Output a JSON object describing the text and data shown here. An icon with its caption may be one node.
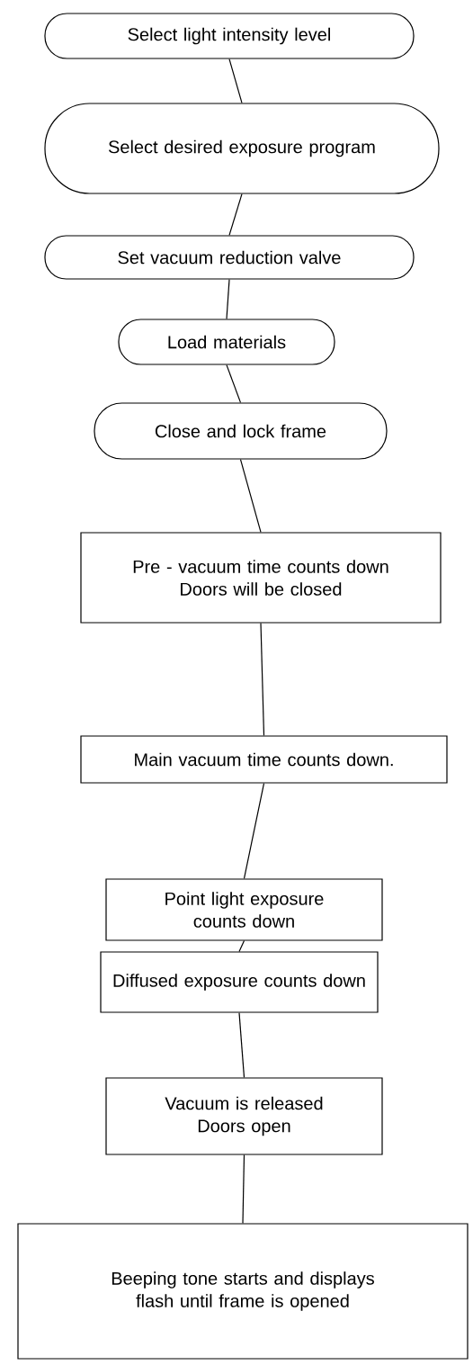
{
  "diagram": {
    "nodes": [
      {
        "text": [
          "Select light intensity level"
        ]
      },
      {
        "text": [
          "Select desired exposure program"
        ]
      },
      {
        "text": [
          "Set vacuum reduction valve"
        ]
      },
      {
        "text": [
          "Load materials"
        ]
      },
      {
        "text": [
          "Close and lock frame"
        ]
      },
      {
        "text": [
          "Pre - vacuum time counts down",
          "Doors will be closed"
        ]
      },
      {
        "text": [
          "Main vacuum time counts down."
        ]
      },
      {
        "text": [
          "Point light exposure counts down"
        ]
      },
      {
        "text": [
          "Diffused exposure counts down"
        ]
      },
      {
        "text": [
          "Vacuum is released",
          "Doors open"
        ]
      },
      {
        "text": [
          "Beeping tone starts and displays flash until frame is opened"
        ]
      }
    ],
    "edges": [
      {
        "from": 0,
        "to": 1,
        "arrow": "none"
      },
      {
        "from": 1,
        "to": 2,
        "arrow": "none"
      },
      {
        "from": 2,
        "to": 3,
        "arrow": "none"
      },
      {
        "from": 3,
        "to": 4,
        "arrow": "none"
      },
      {
        "from": 4,
        "to": 5,
        "arrow": "none"
      },
      {
        "from": 5,
        "to": 6,
        "arrow": "none"
      },
      {
        "from": 6,
        "to": 7,
        "arrow": "none"
      },
      {
        "from": 7,
        "to": 8,
        "arrow": "none"
      },
      {
        "from": 8,
        "to": 9,
        "arrow": "none"
      },
      {
        "from": 9,
        "to": 10,
        "arrow": "none"
      }
    ]
  }
}
